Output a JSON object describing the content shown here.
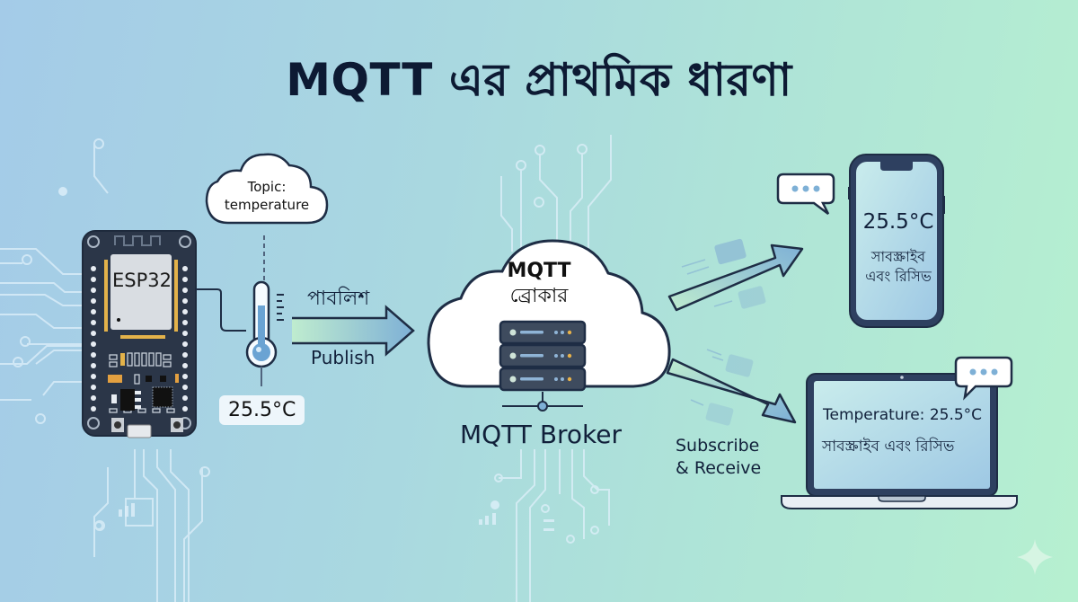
{
  "title": "MQTT এর প্রাথমিক ধারণা",
  "publisher": {
    "board_label": "ESP32",
    "topic_cloud": {
      "line1": "Topic:",
      "line2": "temperature"
    },
    "sensor_value": "25.5°C",
    "publish_label_bn": "পাবলিশ",
    "publish_label_en": "Publish"
  },
  "broker": {
    "cloud_line1": "MQTT",
    "cloud_line2": "ব্রোকার",
    "caption": "MQTT Broker"
  },
  "subscribe_label": {
    "line1": "Subscribe",
    "line2": "& Receive"
  },
  "phone": {
    "value": "25.5°C",
    "line1": "সাবস্ক্রাইব",
    "line2": "এবং রিসিভ"
  },
  "laptop": {
    "value": "Temperature: 25.5°C",
    "line1": "সাবস্ক্রাইব এবং রিসিভ"
  },
  "colors": {
    "bg_left": "#a4cbe8",
    "bg_right": "#b6f0d0",
    "outline": "#1e2d45",
    "arrow_fill": "#7eb0d6",
    "board": "#2b3648",
    "chip": "#d9dde2",
    "pin_gold": "#e3b24a"
  },
  "icons": {
    "thermometer": "thermometer-icon",
    "server": "server-icon",
    "chat": "chat-bubble-icon",
    "envelope": "envelope-icon",
    "sparkle": "sparkle-icon"
  }
}
